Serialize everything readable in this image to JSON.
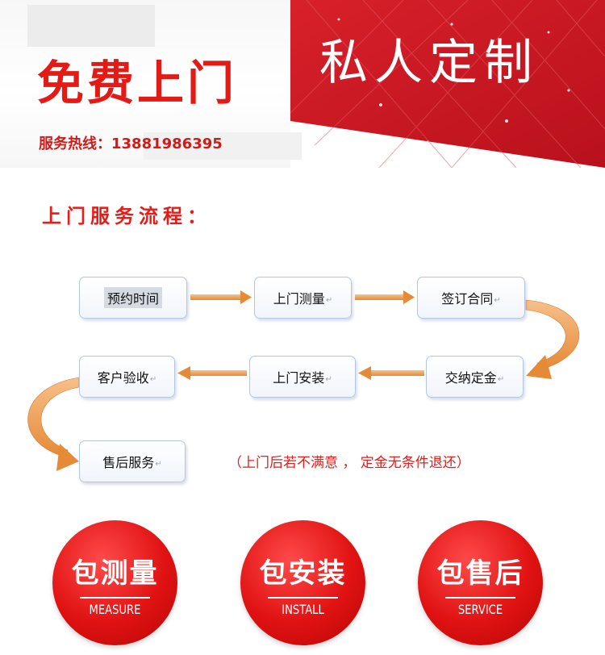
{
  "header": {
    "free_visit": "免费上门",
    "hotline": "服务热线：13881986395",
    "private_custom": "私人定制"
  },
  "process": {
    "title": "上门服务流程：",
    "return_mark": "↵",
    "steps": [
      {
        "label": "预约时间"
      },
      {
        "label": "上门测量"
      },
      {
        "label": "签订合同"
      },
      {
        "label": "交纳定金"
      },
      {
        "label": "上门安装"
      },
      {
        "label": "客户验收"
      },
      {
        "label": "售后服务"
      }
    ],
    "note": "（上门后若不满意 ， 定金无条件退还）"
  },
  "badges": [
    {
      "cn": "包测量",
      "en": "MEASURE"
    },
    {
      "cn": "包安装",
      "en": "INSTALL"
    },
    {
      "cn": "包售后",
      "en": "SERVICE"
    }
  ],
  "colors": {
    "brand_red": "#e21b16",
    "arrow_orange": "#f0a456",
    "box_border": "#b4c7e2"
  }
}
